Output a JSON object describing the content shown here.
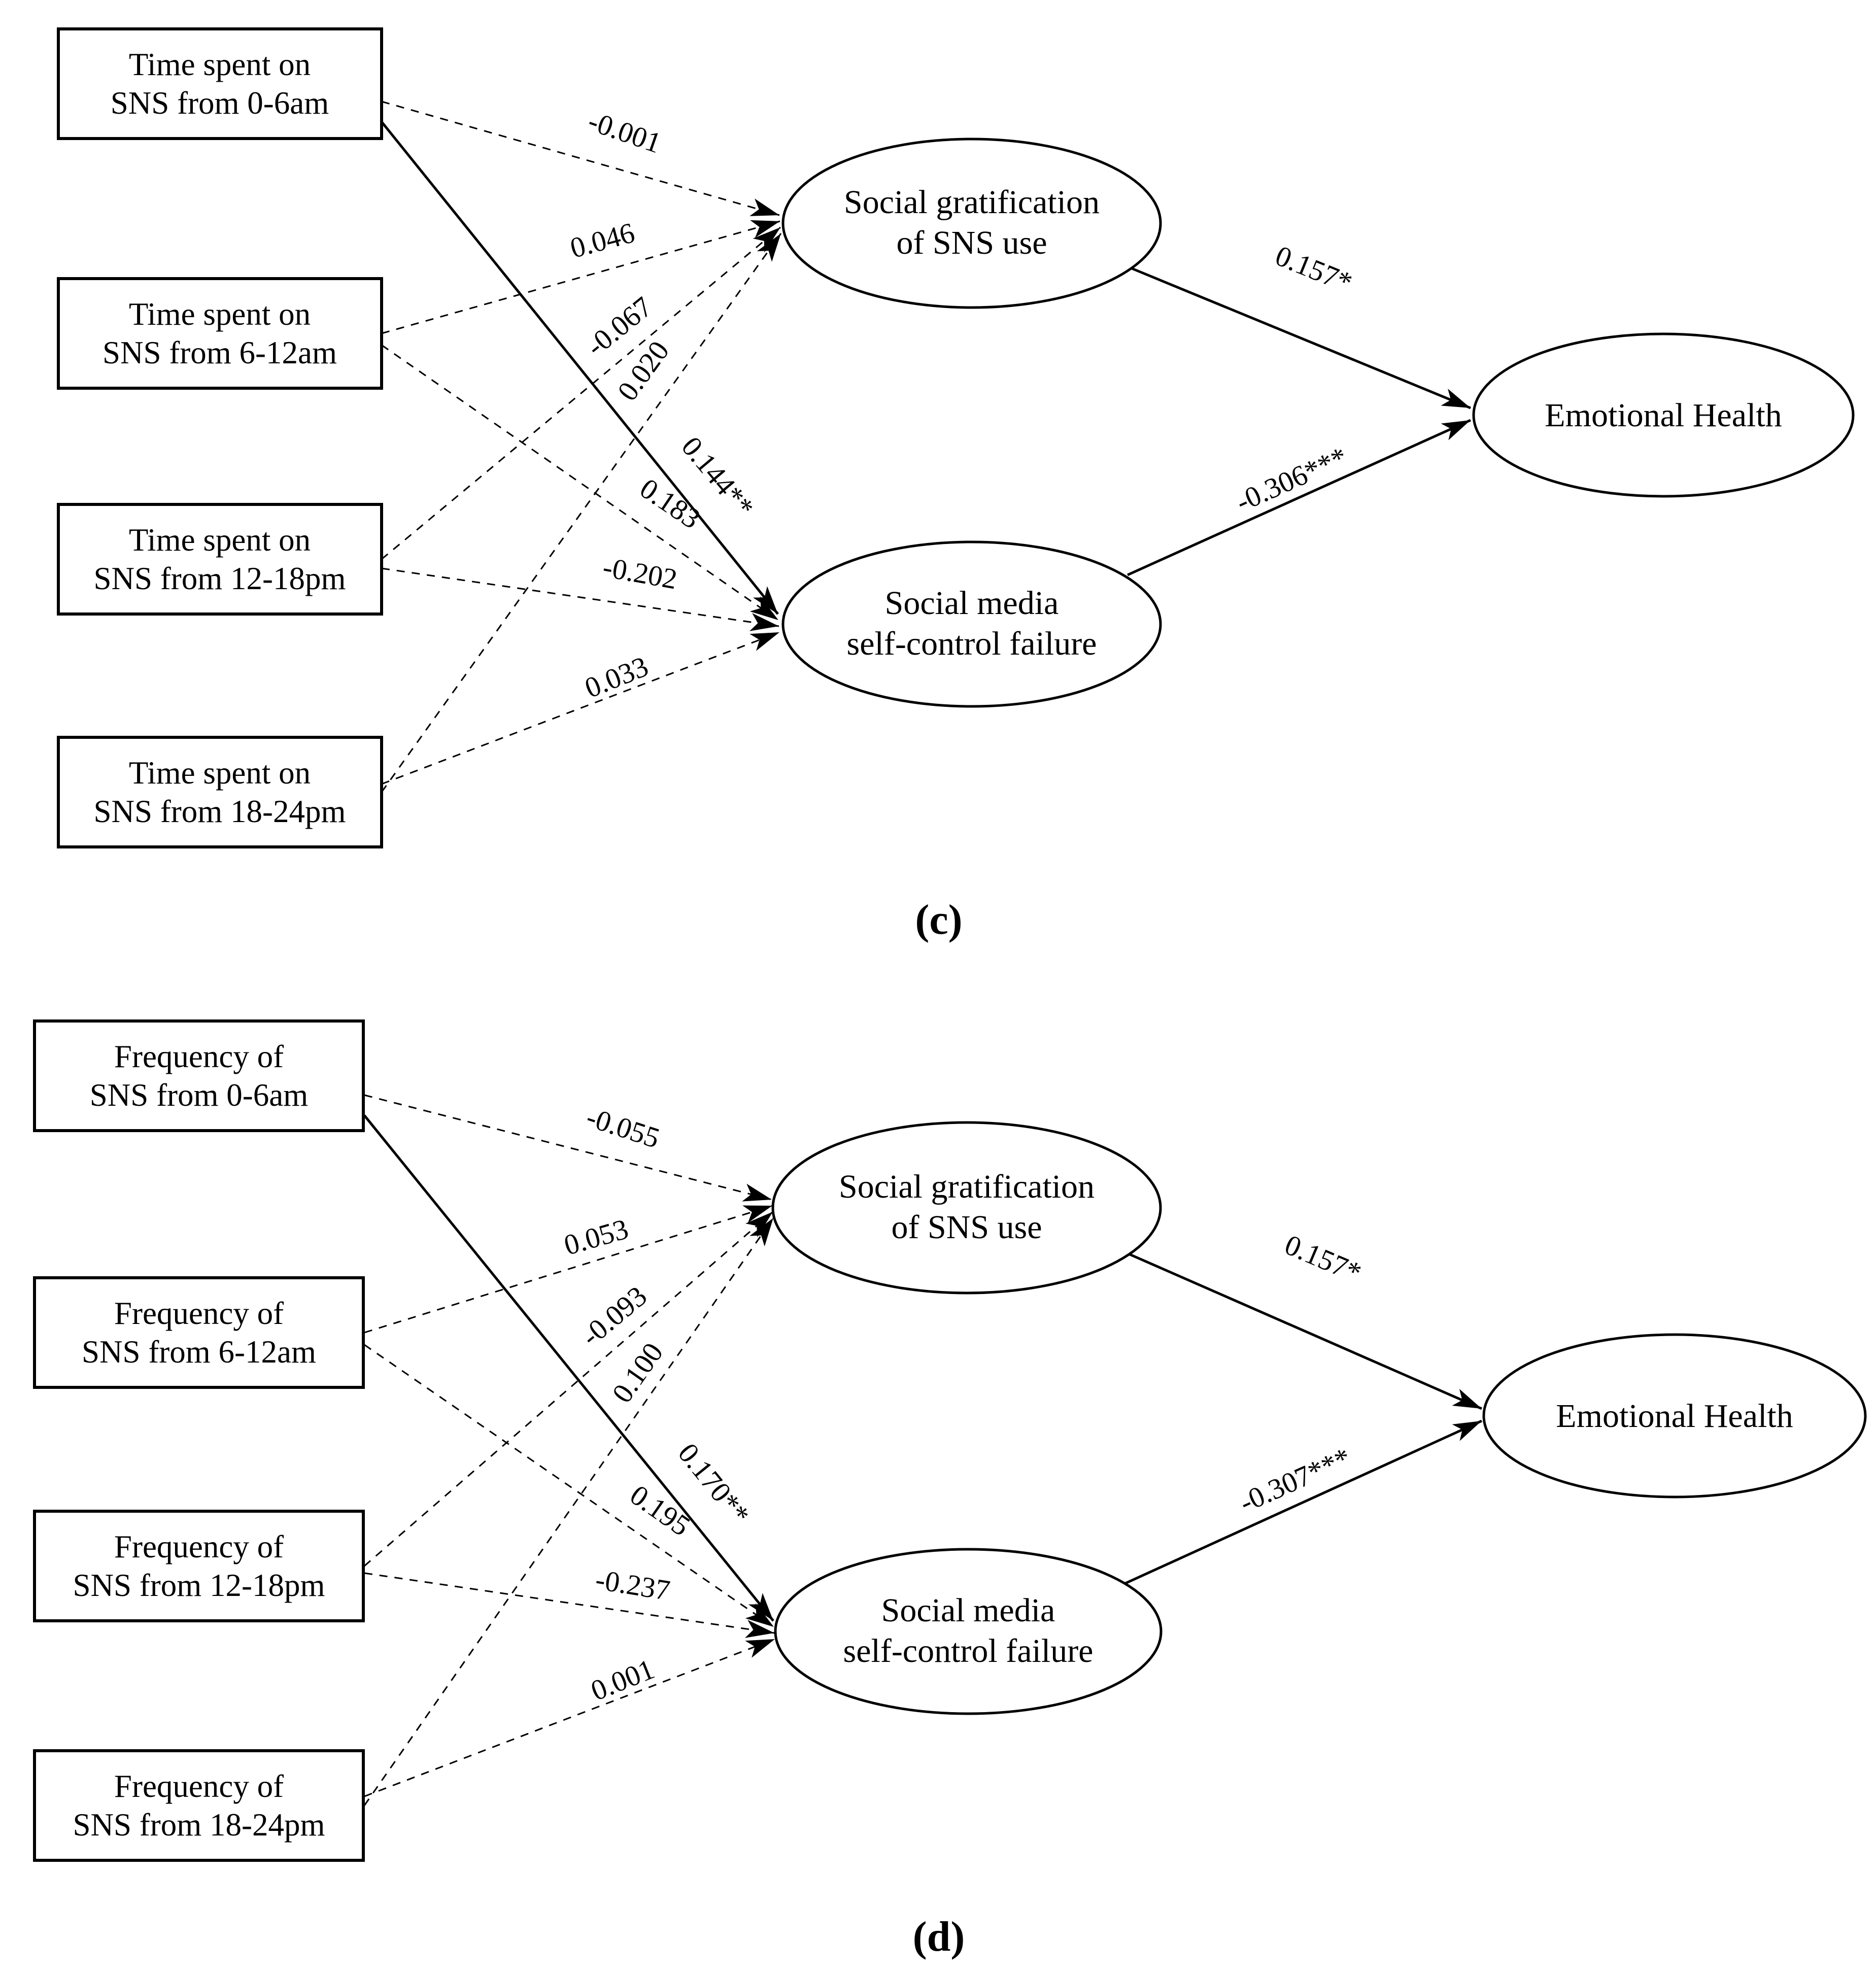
{
  "styles": {
    "ink": "#000000",
    "paper": "#ffffff"
  },
  "panels": [
    {
      "id": "c",
      "caption": "(c)",
      "boxes": [
        {
          "line1": "Time spent on",
          "line2": "SNS from 0-6am"
        },
        {
          "line1": "Time spent on",
          "line2": "SNS from 6-12am"
        },
        {
          "line1": "Time spent on",
          "line2": "SNS from 12-18pm"
        },
        {
          "line1": "Time spent on",
          "line2": "SNS from 18-24pm"
        }
      ],
      "ellipses": {
        "gratification": {
          "line1": "Social gratification",
          "line2": "of SNS use"
        },
        "self_control": {
          "line1": "Social media",
          "line2": "self-control failure"
        },
        "emotional": {
          "label": "Emotional Health"
        }
      },
      "coefficients": {
        "to_gratification": [
          "-0.001",
          "0.046",
          "-0.067",
          "0.020"
        ],
        "to_self_control": [
          "0.144**",
          "0.183",
          "-0.202",
          "0.033"
        ],
        "gratification_to_emotional": "0.157*",
        "self_control_to_emotional": "-0.306***"
      }
    },
    {
      "id": "d",
      "caption": "(d)",
      "boxes": [
        {
          "line1": "Frequency of",
          "line2": "SNS from 0-6am"
        },
        {
          "line1": "Frequency of",
          "line2": "SNS from 6-12am"
        },
        {
          "line1": "Frequency of",
          "line2": "SNS from 12-18pm"
        },
        {
          "line1": "Frequency of",
          "line2": "SNS from 18-24pm"
        }
      ],
      "ellipses": {
        "gratification": {
          "line1": "Social gratification",
          "line2": "of SNS use"
        },
        "self_control": {
          "line1": "Social media",
          "line2": "self-control failure"
        },
        "emotional": {
          "label": "Emotional Health"
        }
      },
      "coefficients": {
        "to_gratification": [
          "-0.055",
          "0.053",
          "-0.093",
          "0.100"
        ],
        "to_self_control": [
          "0.170**",
          "0.195",
          "-0.237",
          "0.001"
        ],
        "gratification_to_emotional": "0.157*",
        "self_control_to_emotional": "-0.307***"
      }
    }
  ]
}
